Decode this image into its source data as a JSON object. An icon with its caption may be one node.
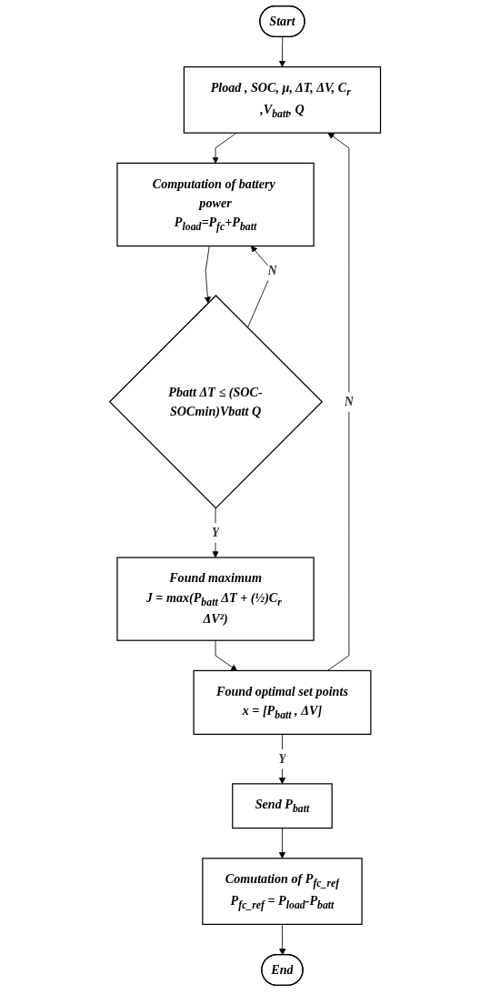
{
  "diagram": {
    "nodes": [
      {
        "text": [
          "Start"
        ]
      },
      {
        "text": [
          "Pload , SOC, μ, ΔT, ΔV, C$_{r}$ ,V$_{batt}$, Q"
        ]
      },
      {
        "text": [
          "Computation of battery power",
          "P$_{load}$=P$_{fc}$+P$_{batt}$"
        ]
      },
      {
        "text": [
          "Pbatt ΔT ≤ (SOC-SOCmin)Vbatt Q"
        ]
      },
      {
        "text": [
          "Found maximum",
          "J = max(P$_{batt}$ ΔT + (½)C$_{r}$ ΔV²)"
        ]
      },
      {
        "text": [
          "Found optimal set points",
          "x = [P$_{batt}$ , ΔV]"
        ]
      },
      {
        "text": [
          "Send P$_{batt}$"
        ]
      },
      {
        "text": [
          "Comutation of  P$_{fc_ref}$",
          "P$_{fc_ref}$ = P$_{load}$-P$_{batt}$"
        ]
      },
      {
        "text": [
          "End"
        ]
      }
    ],
    "edges": [
      {
        "from": 0,
        "to": 1,
        "arrow": "to"
      },
      {
        "from": 1,
        "to": 2,
        "arrow": "to"
      },
      {
        "from": 2,
        "to": 3,
        "arrow": "to"
      },
      {
        "from": 3,
        "to": 4,
        "label": "Y",
        "arrow": "to"
      },
      {
        "from": 3,
        "to": 2,
        "label": "N",
        "arrow": "to"
      },
      {
        "from": 4,
        "to": 5,
        "arrow": "to"
      },
      {
        "from": 5,
        "to": 1,
        "label": "N",
        "arrow": "to"
      },
      {
        "from": 5,
        "to": 6,
        "label": "Y",
        "arrow": "to"
      },
      {
        "from": 6,
        "to": 7,
        "arrow": "to"
      },
      {
        "from": 7,
        "to": 8,
        "arrow": "to"
      }
    ]
  }
}
